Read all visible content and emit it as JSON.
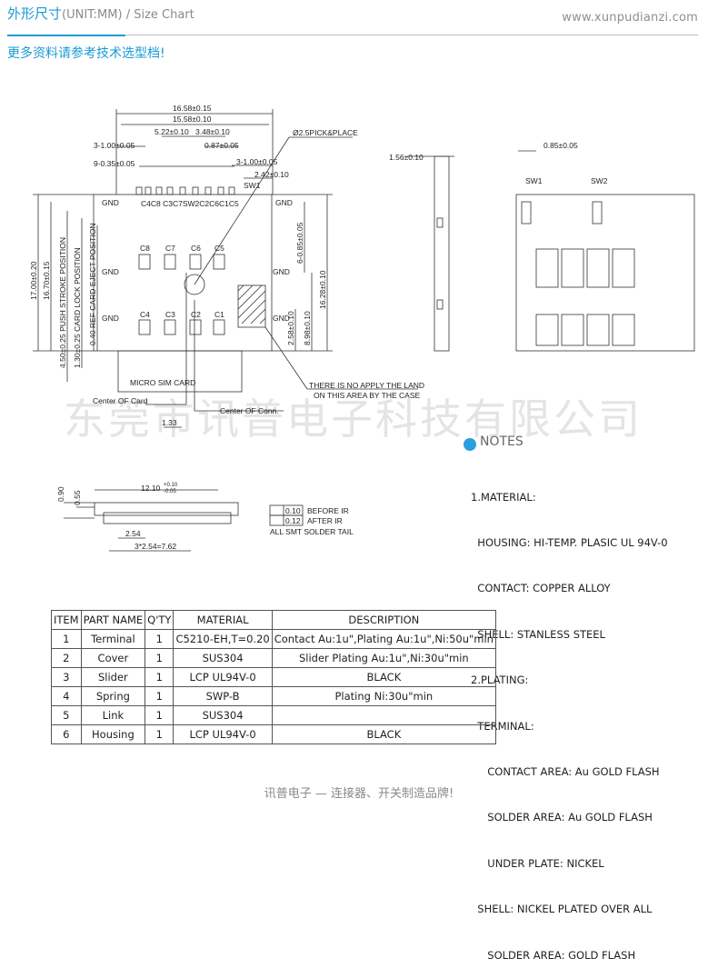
{
  "header": {
    "title_main": "外形尺寸",
    "title_sub": "(UNIT:MM) / Size Chart",
    "website": "www.xunpudianzi.com",
    "subtitle": "更多资料请参考技术选型档!"
  },
  "watermark": "东莞市讯普电子科技有限公司",
  "drawing_labels": {
    "dim_16_58": "16.58±0.15",
    "dim_15_58": "15.58±0.10",
    "dim_5_22": "5.22±0.10",
    "dim_3_48": "3.48±0.10",
    "dim_3_1_00_top": "3-1.00±0.05",
    "dim_0_87": "0.87±0.05",
    "dim_9_0_35": "9-0.35±0.05",
    "dim_3_1_00_mid": "3-1.00±0.05",
    "dim_2_42": "2.42±0.10",
    "pick_place": "Ø2.5PICK&PLACE",
    "gnd": "GND",
    "sw1": "SW1",
    "sw2": "SW2",
    "pin_row": "C4C8 C3C7SW2C2C6C1C5",
    "c8": "C8",
    "c7": "C7",
    "c6": "C6",
    "c5": "C5",
    "c4": "C4",
    "c3": "C3",
    "c2": "C2",
    "c1": "C1",
    "dim_17_00": "17.00±0.20",
    "dim_16_70": "16.70±0.15",
    "push_stroke": "4.50±0.25  PUSH STROKE POSITION",
    "card_lock": "1.30±0.25 CARD LOCK POSITION",
    "card_eject": "0.40  REF CARD EJECT POSITION",
    "dim_6_0_85": "6-0.85±0.05",
    "dim_2_58": "2.58±0.10",
    "dim_8_98": "8.98±0.10",
    "dim_16_28": "16.28±0.10",
    "micro_sim": "MICRO SIM CARD",
    "center_card": "Center OF Card",
    "center_conn": "Center OF Conn.",
    "dim_1_33": "1.33",
    "no_land_1": "THERE IS NO APPLY THE LAND",
    "no_land_2": "ON THIS AREA BY THE CASE",
    "dim_1_56": "1.56±0.10",
    "dim_0_85": "0.85±0.05",
    "dim_12_10": "12.10",
    "dim_12_10_tol_up": "+0.10",
    "dim_12_10_tol_dn": "-0.05",
    "dim_0_90": "0.90",
    "dim_0_55": "0.55",
    "dim_2_54": "2.54",
    "dim_3x2_54": "3*2.54=7.62",
    "tol_0_10": "0.10",
    "tol_0_12": "0.12",
    "before_ir": "BEFORE IR",
    "after_ir": "AFTER IR",
    "smt_tail": "ALL SMT SOLDER TAIL"
  },
  "notes": {
    "heading": "NOTES",
    "lines": [
      "1.MATERIAL:",
      "  HOUSING: HI-TEMP. PLASIC UL 94V-0",
      "  CONTACT: COPPER ALLOY",
      "  SHELL: STANLESS STEEL",
      "2.PLATING:",
      "  TERMINAL:",
      "     CONTACT AREA: Au GOLD FLASH",
      "     SOLDER AREA: Au GOLD FLASH",
      "     UNDER PLATE: NICKEL",
      "  SHELL: NICKEL PLATED OVER ALL",
      "     SOLDER AREA: GOLD FLASH"
    ]
  },
  "bom": {
    "headers": [
      "ITEM",
      "PART NAME",
      "Q'TY",
      "MATERIAL",
      "DESCRIPTION"
    ],
    "rows": [
      [
        "1",
        "Terminal",
        "1",
        "C5210-EH,T=0.20",
        "Contact Au:1u\",Plating Au:1u\",Ni:50u\"min"
      ],
      [
        "2",
        "Cover",
        "1",
        "SUS304",
        "Slider Plating Au:1u\",Ni:30u\"min"
      ],
      [
        "3",
        "Slider",
        "1",
        "LCP UL94V-0",
        "BLACK"
      ],
      [
        "4",
        "Spring",
        "1",
        "SWP-B",
        "Plating Ni:30u\"min"
      ],
      [
        "5",
        "Link",
        "1",
        "SUS304",
        ""
      ],
      [
        "6",
        "Housing",
        "1",
        "LCP UL94V-0",
        "BLACK"
      ]
    ]
  },
  "footer": "讯普电子 — 连接器、开关制造品牌!",
  "colors": {
    "accent": "#1a9ad6",
    "line": "#333333",
    "watermark": "#e4e4e4"
  }
}
